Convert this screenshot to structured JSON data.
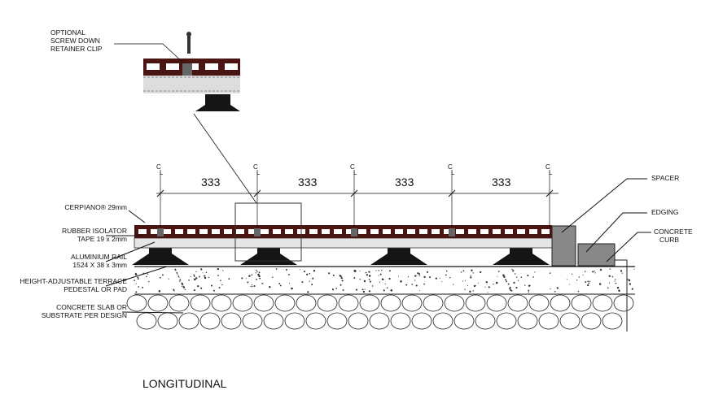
{
  "labels": {
    "clip": [
      "OPTIONAL",
      "SCREW DOWN",
      "RETAINER CLIP"
    ],
    "board": "CERPIANO® 29mm",
    "tape": [
      "RUBBER ISOLATOR",
      "TAPE  19 x 2mm"
    ],
    "rail": [
      "ALUMINIUM RAIL",
      "1524 X 38 x 3mm"
    ],
    "pedestal": [
      "HEIGHT-ADJUSTABLE TERRACE",
      "PEDESTAL OR PAD"
    ],
    "slab": [
      "CONCRETE SLAB OR",
      "SUBSTRATE PER DESIGN"
    ],
    "spacer": "SPACER",
    "edging": "EDGING",
    "curb": [
      "CONCRETE",
      "CURB"
    ]
  },
  "dimensions": [
    "333",
    "333",
    "333",
    "333"
  ],
  "centerline_mark": [
    "C",
    "L"
  ],
  "title": "LONGITUDINAL",
  "colors": {
    "board": "#4a1410",
    "rail": "#e6e6e6",
    "pedestal": "#151515",
    "edging": "#888888"
  }
}
